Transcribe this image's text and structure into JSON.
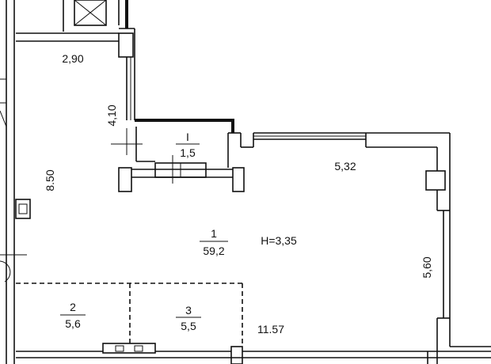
{
  "plan": {
    "dimensions": {
      "top": "2,90",
      "left_vertical": "4,10",
      "left_long": "8.50",
      "right_top": "5,32",
      "right_vertical": "5,60",
      "bottom": "11.57"
    },
    "rooms": [
      {
        "number": "I",
        "area": "1,5"
      },
      {
        "number": "1",
        "area": "59,2"
      },
      {
        "number": "2",
        "area": "5,6"
      },
      {
        "number": "3",
        "area": "5,5"
      }
    ],
    "ceiling_height": "H=3,35"
  }
}
